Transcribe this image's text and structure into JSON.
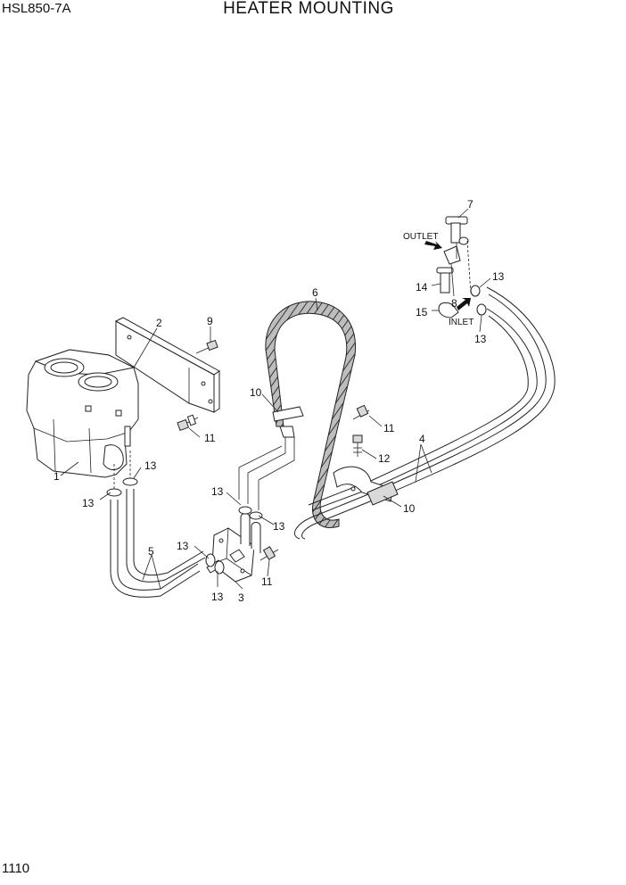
{
  "header": {
    "model": "HSL850-7A",
    "title": "HEATER MOUNTING"
  },
  "footer": {
    "page_number": "1110"
  },
  "callouts": {
    "c1": "1",
    "c2": "2",
    "c3": "3",
    "c4": "4",
    "c5": "5",
    "c6": "6",
    "c7": "7",
    "c8": "8",
    "c9": "9",
    "c10a": "10",
    "c10b": "10",
    "c11a": "11",
    "c11b": "11",
    "c11c": "11",
    "c12": "12",
    "c13a": "13",
    "c13b": "13",
    "c13c": "13",
    "c13d": "13",
    "c13e": "13",
    "c13f": "13",
    "c13g": "13",
    "c13h": "13",
    "c14": "14",
    "c15": "15"
  },
  "flow_labels": {
    "outlet": "OUTLET",
    "inlet": "INLET"
  }
}
